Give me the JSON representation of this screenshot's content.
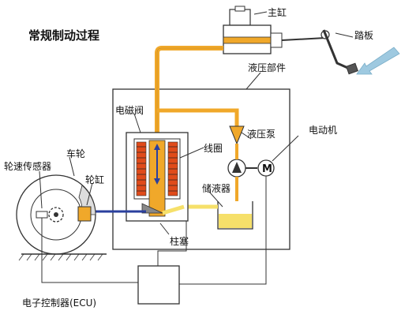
{
  "title": "常规制动过程",
  "labels": {
    "master_cylinder": "主缸",
    "pedal": "踏板",
    "hydraulic_unit": "液压部件",
    "solenoid_valve": "电磁阀",
    "coil": "线圈",
    "pump": "液压泵",
    "motor": "电动机",
    "accumulator": "储液器",
    "wheel": "车轮",
    "wheel_speed_sensor": "轮速传感器",
    "wheel_cylinder": "轮缸",
    "plunger": "柱塞",
    "ecu": "电子控制器(ECU)",
    "motor_symbol": "M"
  },
  "colors": {
    "fluid": "#f0a82a",
    "fluid_light": "#f6e06a",
    "line": "#333333",
    "arrow_blue": "#2a3f9e",
    "pedal_arrow": "#9ec9e0"
  }
}
